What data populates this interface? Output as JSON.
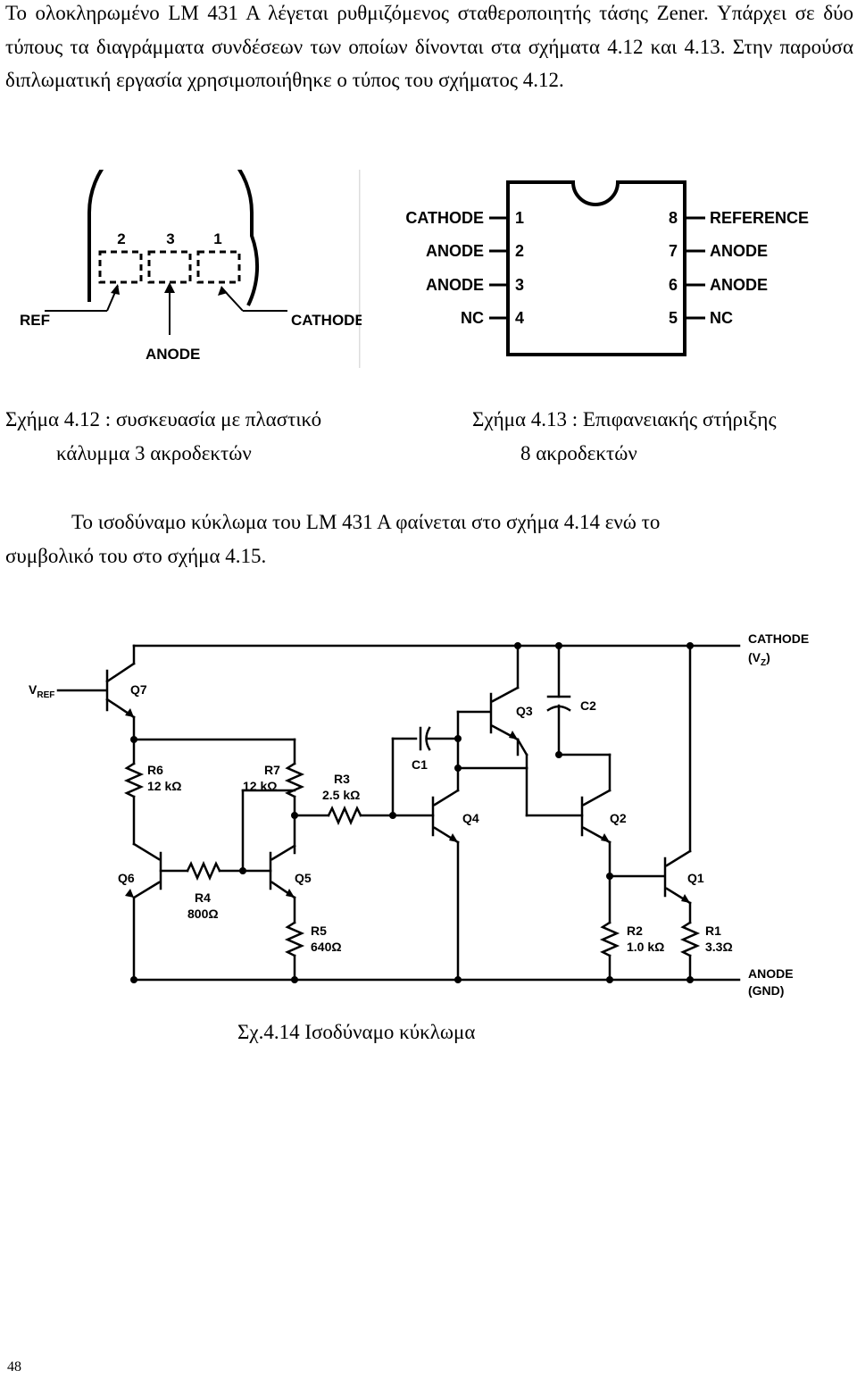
{
  "paragraph1": "Το ολοκληρωμένο LM 431 A λέγεται ρυθμιζόμενος σταθεροποιητής τάσης Zener. Υπάρχει σε δύο τύπους τα διαγράμματα συνδέσεων των οποίων δίνονται στα σχήματα 4.12 και 4.13. Στην παρούσα διπλωματική εργασία χρησιμοποιήθηκε ο τύπος του σχήματος 4.12.",
  "fig412": {
    "pin_numbers": [
      "2",
      "3",
      "1"
    ],
    "ref": "REF",
    "anode": "ANODE",
    "cathode": "CATHODE",
    "caption_line1": "Σχήμα 4.12 : συσκευασία με πλαστικό",
    "caption_line2": "κάλυμμα 3 ακροδεκτών"
  },
  "fig413": {
    "left_pins": [
      {
        "num": "1",
        "label": "CATHODE"
      },
      {
        "num": "2",
        "label": "ANODE"
      },
      {
        "num": "3",
        "label": "ANODE"
      },
      {
        "num": "4",
        "label": "NC"
      }
    ],
    "right_pins": [
      {
        "num": "8",
        "label": "REFERENCE"
      },
      {
        "num": "7",
        "label": "ANODE"
      },
      {
        "num": "6",
        "label": "ANODE"
      },
      {
        "num": "5",
        "label": "NC"
      }
    ],
    "caption_line1": "Σχήμα 4.13 : Επιφανειακής στήριξης",
    "caption_line2": "8 ακροδεκτών"
  },
  "paragraph2_line1": "Το ισοδύναμο κύκλωμα του LM 431 A φαίνεται στο σχήμα 4.14 ενώ το",
  "paragraph2_line2": "συμβολικό του στο σχήμα 4.15.",
  "fig414": {
    "vref": "V",
    "vref_sub": "REF",
    "cathode": "CATHODE",
    "vz": "(V",
    "vz_sub": "Z",
    "vz_close": ")",
    "anode": "ANODE",
    "gnd": "(GND)",
    "q7": "Q7",
    "q6": "Q6",
    "q5": "Q5",
    "q4": "Q4",
    "q3": "Q3",
    "q2": "Q2",
    "q1": "Q1",
    "r6": "R6",
    "r6_val": "12 kΩ",
    "r7": "R7",
    "r7_val": "12 kΩ",
    "r3": "R3",
    "r3_val": "2.5 kΩ",
    "r4": "R4",
    "r4_val": "800Ω",
    "r5": "R5",
    "r5_val": "640Ω",
    "r2": "R2",
    "r2_val": "1.0 kΩ",
    "r1": "R1",
    "r1_val": "3.3Ω",
    "c1": "C1",
    "c2": "C2",
    "caption": "Σχ.4.14 Ισοδύναμο κύκλωμα"
  },
  "page_number": "48"
}
